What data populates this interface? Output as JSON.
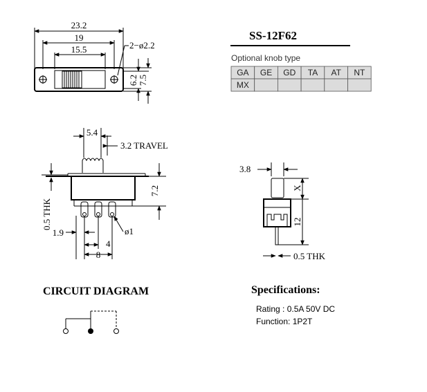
{
  "part_number": "SS-12F62",
  "knob": {
    "caption": "Optional knob type",
    "row1": [
      "GA",
      "GE",
      "GD",
      "TA",
      "AT",
      "NT"
    ],
    "row2": [
      "MX",
      "",
      "",
      "",
      "",
      ""
    ],
    "cell_fill": "#dcdcdc"
  },
  "top_view_dims": {
    "overall_length": "23.2",
    "hole_pitch": "19",
    "body_length": "15.5",
    "hole_spec": "2−ø2.2",
    "inner_height": "6.2",
    "outer_height": "7.5"
  },
  "front_view_dims": {
    "knob_width": "5.4",
    "travel": "3.2 TRAVEL",
    "body_height": "7.2",
    "plate_thickness": "0.5 THK",
    "pin_offset": "1.9",
    "pin_pitch": "4",
    "pin_span": "8",
    "pin_hole": "ø1"
  },
  "side_view_dims": {
    "knob_width": "3.8",
    "knob_height": "X",
    "body_height": "12",
    "thickness": "0.5 THK"
  },
  "circuit": {
    "title": "CIRCUIT DIAGRAM"
  },
  "specifications": {
    "title": "Specifications:",
    "rating": "Rating : 0.5A 50V DC",
    "function": "Function: 1P2T"
  }
}
